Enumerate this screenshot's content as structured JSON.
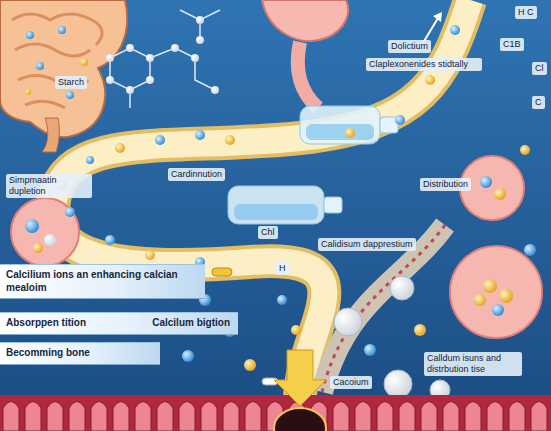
{
  "diagram": {
    "nodes": [
      {
        "text": [
          "Calcilium ions an enhancing calcian mealoim"
        ]
      },
      {
        "text": [
          "Absorppen tition",
          "Calcilum bigtion"
        ]
      },
      {
        "text": [
          "Becomming bone"
        ]
      }
    ],
    "labels": [
      "Starch",
      "Dolictium",
      "Claplexonenides stidtally",
      "H C",
      "C1B",
      "Cl",
      "C",
      "Simpmaatin dupletion",
      "Cardinnution",
      "Distribution",
      "Chl",
      "H",
      "Calidisum dapprestium",
      "Calldum isuns and distrbution tise",
      "Cacoium"
    ]
  }
}
